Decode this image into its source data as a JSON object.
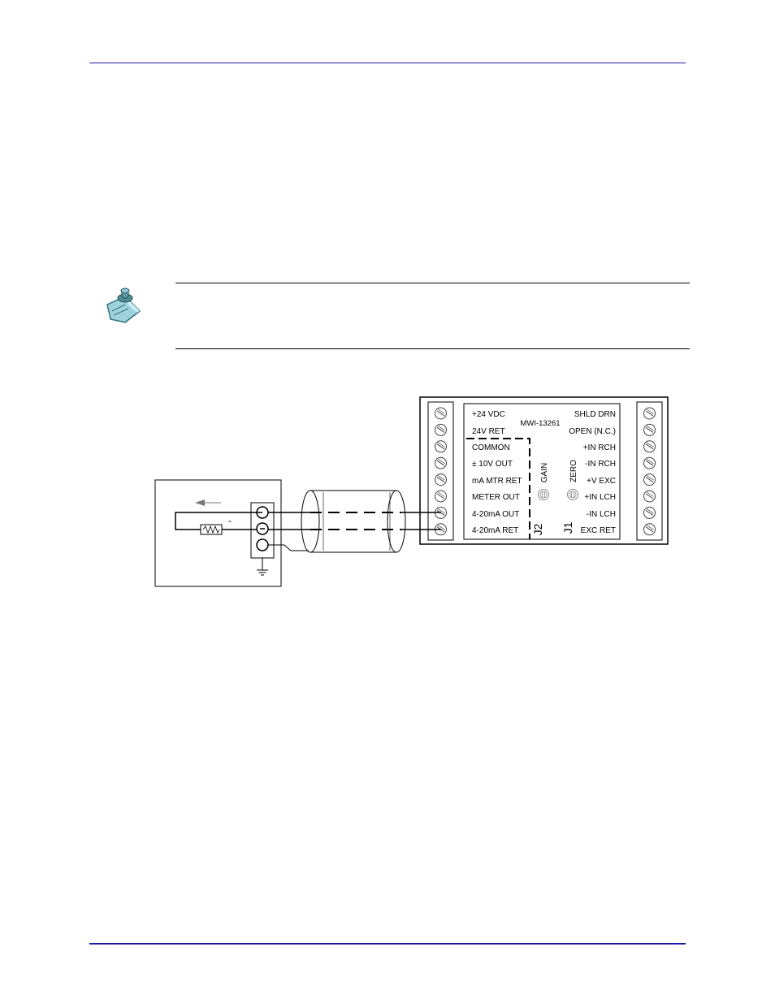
{
  "header": {
    "rule_color": "#1a1aa6"
  },
  "note": {
    "icon": "note-pushpin-icon"
  },
  "module": {
    "model": "MWI-13261",
    "left_labels": [
      "+24 VDC",
      "24V RET",
      "COMMON",
      "± 10V OUT",
      "mA MTR RET",
      "METER OUT",
      "4-20mA OUT",
      "4-20mA RET"
    ],
    "right_labels": [
      "SHLD DRN",
      "OPEN (N.C.)",
      "+IN RCH",
      "-IN RCH",
      "+V EXC",
      "+IN LCH",
      "-IN LCH",
      "EXC RET"
    ],
    "pot_labels": {
      "gain": "GAIN",
      "zero": "ZERO"
    },
    "jumpers": {
      "j2": "J2",
      "j1": "J1"
    }
  },
  "receiver": {
    "minus_sign": "-"
  },
  "footer": {
    "rule_color": "#1a1aa6"
  }
}
